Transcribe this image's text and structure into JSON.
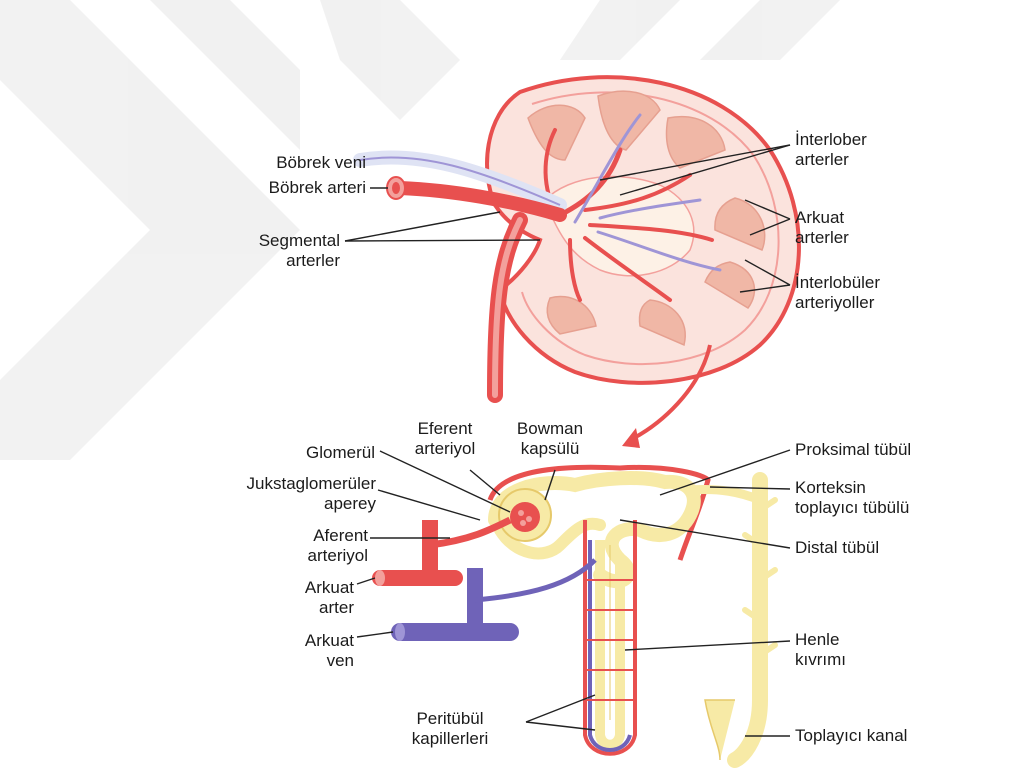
{
  "colors": {
    "artery": "#e8504f",
    "artery_light": "#f3a09c",
    "vein": "#6f63b8",
    "vein_light": "#9f95d6",
    "tubule": "#f7eaa6",
    "tubule_edge": "#e6c96a",
    "kidney_fill": "#fbe3dd",
    "pyramid": "#f0b7a6",
    "pelvis": "#fdf1e6",
    "label_text": "#1b1b1b",
    "leader_line": "#222222",
    "watermark": "#ececec"
  },
  "labels": {
    "renal_vein": "Böbrek veni",
    "renal_artery": "Böbrek arteri",
    "segmental": [
      "Segmental",
      "arterler"
    ],
    "interlobar": [
      "İnterlober",
      "arterler"
    ],
    "arcuate_arteries": [
      "Arkuat",
      "arterler"
    ],
    "interlobular": [
      "İnterlobüler",
      "arteriyoller"
    ],
    "efferent": [
      "Eferent",
      "arteriyol"
    ],
    "bowman": [
      "Bowman",
      "kapsülü"
    ],
    "glomerulus": "Glomerül",
    "juxtaglomerular": [
      "Jukstaglomerüler",
      "aperey"
    ],
    "afferent": [
      "Aferent",
      "arteriyol"
    ],
    "arcuate_artery": [
      "Arkuat",
      "arter"
    ],
    "arcuate_vein": [
      "Arkuat",
      "ven"
    ],
    "peritubular": [
      "Peritübül",
      "kapillerleri"
    ],
    "proximal": "Proksimal tübül",
    "cortical_collecting": [
      "Korteksin",
      "toplayıcı tübülü"
    ],
    "distal": "Distal tübül",
    "henle": [
      "Henle",
      "kıvrımı"
    ],
    "collecting_duct": "Toplayıcı kanal"
  }
}
